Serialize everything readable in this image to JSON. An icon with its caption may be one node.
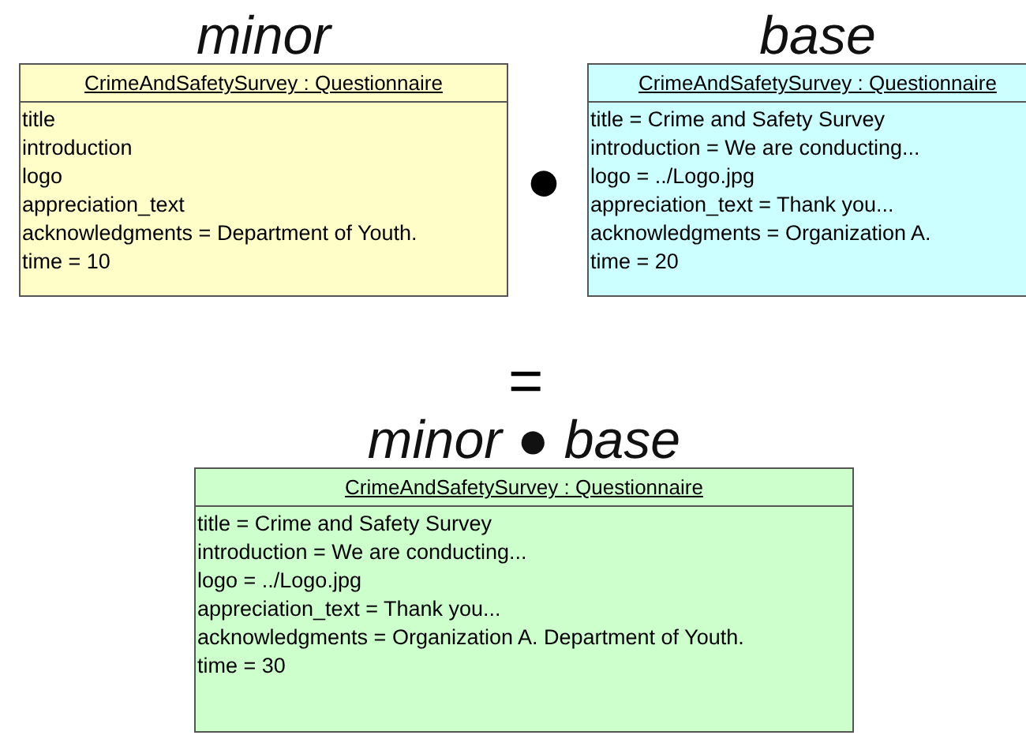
{
  "diagram": {
    "nodes": [
      {
        "text": [
          "minor",
          "CrimeAndSafetySurvey : Questionnaire",
          "title",
          "introduction",
          "logo",
          "appreciation_text",
          "acknowledgments = Department of Youth.",
          "time = 10"
        ]
      },
      {
        "text": [
          "base",
          "CrimeAndSafetySurvey : Questionnaire",
          "title = Crime and Safety Survey",
          "introduction = We are conducting...",
          "logo = ../Logo.jpg",
          "appreciation_text = Thank you...",
          "acknowledgments = Organization A.",
          "time = 20"
        ]
      },
      {
        "text": [
          "minor ● base",
          "CrimeAndSafetySurvey : Questionnaire",
          "title = Crime and Safety Survey",
          "introduction = We are conducting...",
          "logo = ../Logo.jpg",
          "appreciation_text = Thank you...",
          "acknowledgments = Organization A. Department of Youth.",
          "time = 30"
        ]
      }
    ],
    "labels": [
      "●",
      "="
    ]
  }
}
